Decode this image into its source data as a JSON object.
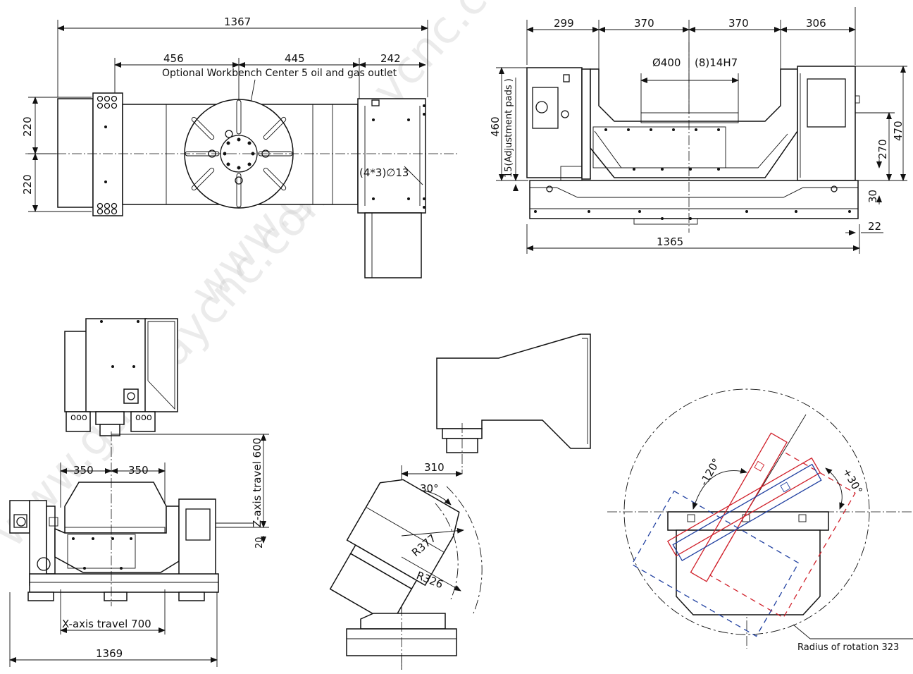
{
  "top_view": {
    "overall_width": "1367",
    "seg1": "456",
    "seg2": "445",
    "seg3": "242",
    "note": "Optional Workbench Center 5 oil and gas outlet",
    "height_top": "220",
    "height_bottom": "220",
    "holes": "(4*3)∅13"
  },
  "front_view": {
    "seg1": "299",
    "seg2": "370",
    "seg3": "370",
    "seg4": "306",
    "table_dia": "Ø400",
    "slot": "(8)14H7",
    "height_left": "460",
    "pads": "15(Adjustment pads )",
    "height_right": "470",
    "axis_height": "270",
    "base_h": "30",
    "offset": "22",
    "overall_width": "1365"
  },
  "machine_view": {
    "half_left": "350",
    "half_right": "350",
    "z_travel": "Z-axis travel 600",
    "gap": "20",
    "x_travel": "X-axis travel 700",
    "overall_width": "1369"
  },
  "tilt_view": {
    "offset": "310",
    "angle": "30°",
    "r_outer": "R377",
    "r_inner": "R326"
  },
  "rotation_view": {
    "angle_neg": "-120°",
    "angle_pos": "+30°",
    "radius_note": "Radius of rotation 323"
  },
  "watermark": "www.gudwaycnc.com"
}
